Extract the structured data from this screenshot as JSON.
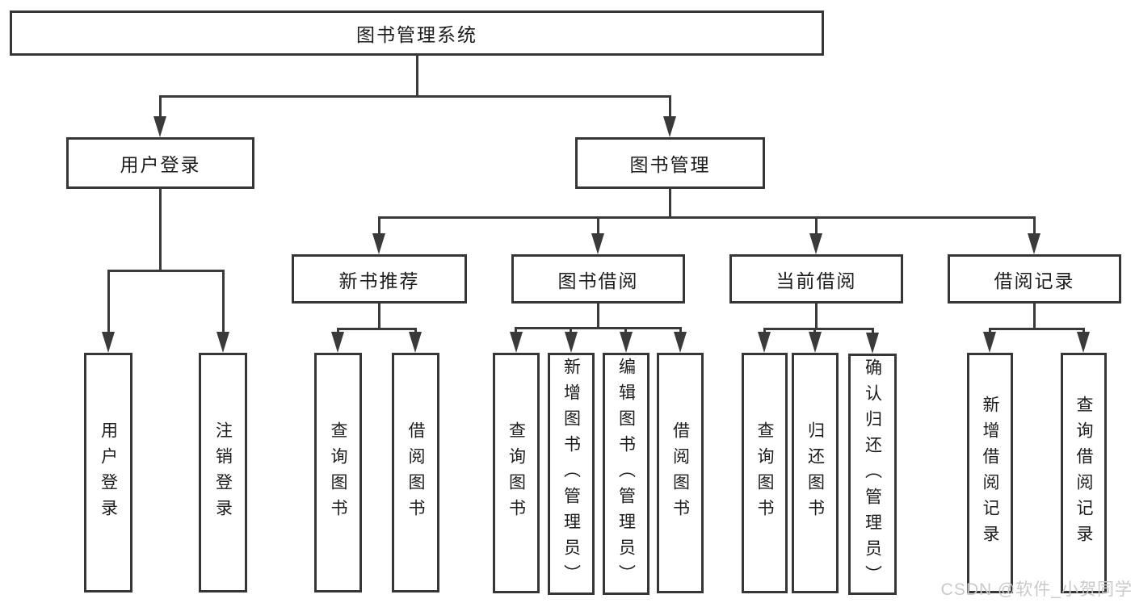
{
  "diagram": {
    "root": {
      "label": "图书管理系统",
      "children": [
        {
          "label": "用户登录",
          "children": [
            {
              "label": "用户登录"
            },
            {
              "label": "注销登录"
            }
          ]
        },
        {
          "label": "图书管理",
          "children": [
            {
              "label": "新书推荐",
              "children": [
                {
                  "label": "查询图书"
                },
                {
                  "label": "借阅图书"
                }
              ]
            },
            {
              "label": "图书借阅",
              "children": [
                {
                  "label": "查询图书"
                },
                {
                  "label": "新增图书（管理员）"
                },
                {
                  "label": "编辑图书（管理员）"
                },
                {
                  "label": "借阅图书"
                }
              ]
            },
            {
              "label": "当前借阅",
              "children": [
                {
                  "label": "查询图书"
                },
                {
                  "label": "归还图书"
                },
                {
                  "label": "确认归还（管理员）"
                }
              ]
            },
            {
              "label": "借阅记录",
              "children": [
                {
                  "label": "新增借阅记录"
                },
                {
                  "label": "查询借阅记录"
                }
              ]
            }
          ]
        }
      ]
    }
  },
  "watermark": {
    "text": "CSDN @软件_小贺同学"
  },
  "colors": {
    "line": "#3a3a3a",
    "box_border": "#363636",
    "box_background": "#ffffff",
    "text": "#1c1c1c",
    "watermark": "#c9c9c9",
    "background": "#ffffff"
  }
}
